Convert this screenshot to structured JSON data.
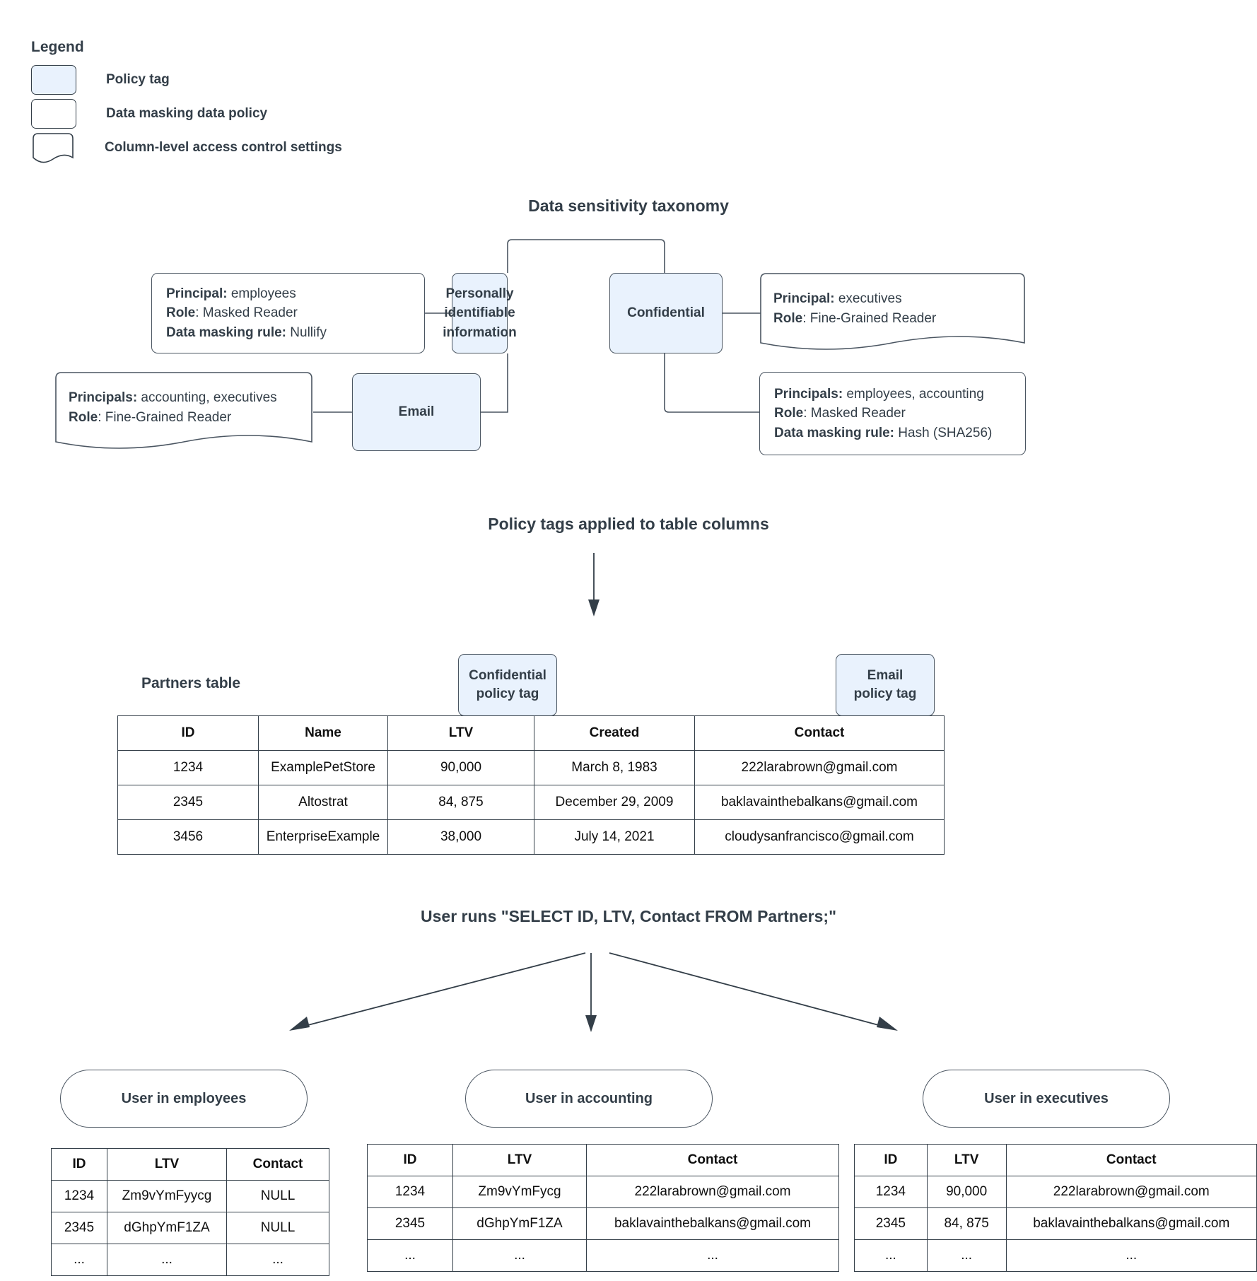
{
  "legend": {
    "title": "Legend",
    "items": [
      {
        "kind": "policy-tag",
        "label": "Policy tag"
      },
      {
        "kind": "data-masking-policy",
        "label": "Data masking data policy"
      },
      {
        "kind": "column-level-access-control",
        "label": "Column-level access control settings"
      }
    ]
  },
  "taxonomy": {
    "heading": "Data sensitivity taxonomy",
    "tags": {
      "pii": "Personally identifiable information",
      "confidential": "Confidential",
      "email": "Email"
    },
    "pii_masking_policy": {
      "principal_label": "Principal:",
      "principal_value": " employees",
      "role_label": "Role",
      "role_value": ": Masked Reader",
      "rule_label": "Data masking rule:",
      "rule_value": " Nullify"
    },
    "email_access_control": {
      "principals_label": "Principals:",
      "principals_value": " accounting, executives",
      "role_label": "Role",
      "role_value": ": Fine-Grained Reader"
    },
    "confidential_access_control": {
      "principal_label": "Principal:",
      "principal_value": " executives",
      "role_label": "Role",
      "role_value": ": Fine-Grained Reader"
    },
    "confidential_masking_policy": {
      "principals_label": "Principals:",
      "principals_value": " employees, accounting",
      "role_label": "Role",
      "role_value": ": Masked Reader",
      "rule_label": "Data masking rule:",
      "rule_value": " Hash (SHA256)"
    }
  },
  "applied": {
    "heading": "Policy tags applied to table columns",
    "table_label": "Partners table",
    "confidential_tag": {
      "line1": "Confidential",
      "line2": "policy tag"
    },
    "email_tag": {
      "line1": "Email",
      "line2": "policy tag"
    },
    "partners": {
      "columns": [
        "ID",
        "Name",
        "LTV",
        "Created",
        "Contact"
      ],
      "rows": [
        [
          "1234",
          "ExamplePetStore",
          "90,000",
          "March 8, 1983",
          "222larabrown@gmail.com"
        ],
        [
          "2345",
          "Altostrat",
          "84, 875",
          "December 29, 2009",
          "baklavainthebalkans@gmail.com"
        ],
        [
          "3456",
          "EnterpriseExample",
          "38,000",
          "July 14, 2021",
          "cloudysanfrancisco@gmail.com"
        ]
      ]
    }
  },
  "query": {
    "heading": "User runs \"SELECT ID, LTV, Contact FROM Partners;\"",
    "results": [
      {
        "persona": "User in employees",
        "columns": [
          "ID",
          "LTV",
          "Contact"
        ],
        "rows": [
          [
            "1234",
            "Zm9vYmFyycg",
            "NULL"
          ],
          [
            "2345",
            "dGhpYmF1ZA",
            "NULL"
          ],
          [
            "...",
            "...",
            "..."
          ]
        ]
      },
      {
        "persona": "User in accounting",
        "columns": [
          "ID",
          "LTV",
          "Contact"
        ],
        "rows": [
          [
            "1234",
            "Zm9vYmFycg",
            "222larabrown@gmail.com"
          ],
          [
            "2345",
            "dGhpYmF1ZA",
            "baklavainthebalkans@gmail.com"
          ],
          [
            "...",
            "...",
            "..."
          ]
        ]
      },
      {
        "persona": "User in executives",
        "columns": [
          "ID",
          "LTV",
          "Contact"
        ],
        "rows": [
          [
            "1234",
            "90,000",
            "222larabrown@gmail.com"
          ],
          [
            "2345",
            "84, 875",
            "baklavainthebalkans@gmail.com"
          ],
          [
            "...",
            "...",
            "..."
          ]
        ]
      }
    ]
  },
  "colors": {
    "policy_tag_fill": "#e9f2fd",
    "stroke": "#4a5561",
    "text": "#333e48"
  }
}
